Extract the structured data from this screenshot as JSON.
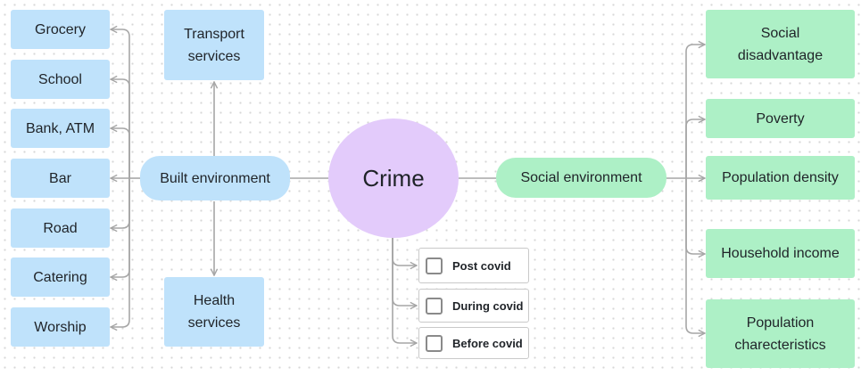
{
  "center": {
    "label": "Crime"
  },
  "built_environment": {
    "label": "Built environment",
    "amenities": [
      "Grocery",
      "School",
      "Bank, ATM",
      "Bar",
      "Road",
      "Catering",
      "Worship"
    ],
    "transport": "Transport services",
    "health": "Health services"
  },
  "social_environment": {
    "label": "Social environment",
    "factors": [
      "Social disadvantage",
      "Poverty",
      "Population density",
      "Household income",
      "Population charecteristics"
    ]
  },
  "periods": [
    "Post covid",
    "During covid",
    "Before covid"
  ],
  "colors": {
    "blue_node": "#bfe2fb",
    "green_node": "#adf0c6",
    "center_node": "#e3cbfb",
    "connector": "#a6a6a6"
  }
}
